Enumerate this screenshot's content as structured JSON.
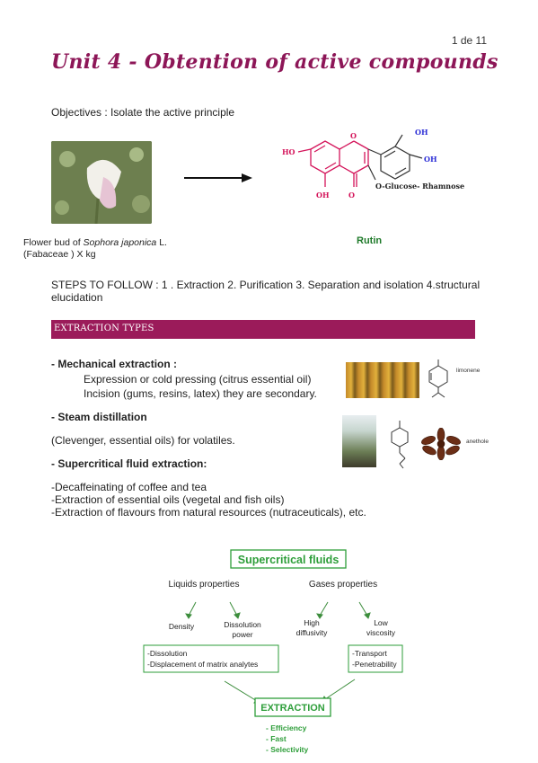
{
  "page_number": "1 de 11",
  "title": "Unit 4 - Obtention of active compounds",
  "objectives": "Objectives : Isolate the active principle",
  "figure": {
    "caption_prefix": "Flower bud of ",
    "species": "Sophora japonica",
    "caption_suffix": " L.",
    "caption_line2": "(Fabaceae ) X kg",
    "molecule": {
      "name": "Rutin",
      "ho": "HO",
      "oh_top": "OH",
      "oh_right": "OH",
      "oh_bottom": "OH",
      "o_ring": "O",
      "o_keto": "O",
      "glycoside": "O-Glucose- Rhamnose"
    }
  },
  "steps": "STEPS TO FOLLOW :  1 . Extraction 2. Purification 3. Separation and isolation 4.structural elucidation",
  "section_header": "EXTRACTION TYPES",
  "mechanical": {
    "title": "- Mechanical extraction :",
    "line1": "Expression or cold pressing (citrus essential oil)",
    "line2": "Incision (gums, resins, latex) they are secondary.",
    "label": "limonene"
  },
  "steam": {
    "title": "- Steam distillation",
    "line1": "(Clevenger, essential oils) for volatiles.",
    "label": "anethole"
  },
  "supercritical": {
    "title": "- Supercritical fluid extraction:",
    "line1": "-Decaffeinating of coffee and tea",
    "line2": "-Extraction of essential oils (vegetal and fish oils)",
    "line3": "-Extraction of flavours from natural resources (nutraceuticals), etc."
  },
  "diagram": {
    "top": "Supercritical fluids",
    "liquids": "Liquids properties",
    "gases": "Gases properties",
    "density": "Density",
    "dissolution_power_1": "Dissolution",
    "dissolution_power_2": "power",
    "high_diffusivity_1": "High",
    "high_diffusivity_2": "diffusivity",
    "low_viscosity_1": "Low",
    "low_viscosity_2": "viscosity",
    "left_box_1": "-Dissolution",
    "left_box_2": "-Displacement of matrix analytes",
    "right_box_1": "-Transport",
    "right_box_2": "-Penetrability",
    "extraction": "EXTRACTION",
    "benefit_1": "- Efficiency",
    "benefit_2": "- Fast",
    "benefit_3": "- Selectivity",
    "colors": {
      "green": "#2e9e3a",
      "arrow": "#3c8d3c"
    }
  },
  "colors": {
    "title": "#8d1657",
    "band": "#9b1b5a",
    "rutin": "#1f7a2a",
    "molecule_red": "#d4145a",
    "molecule_blue": "#2d2fd6"
  }
}
